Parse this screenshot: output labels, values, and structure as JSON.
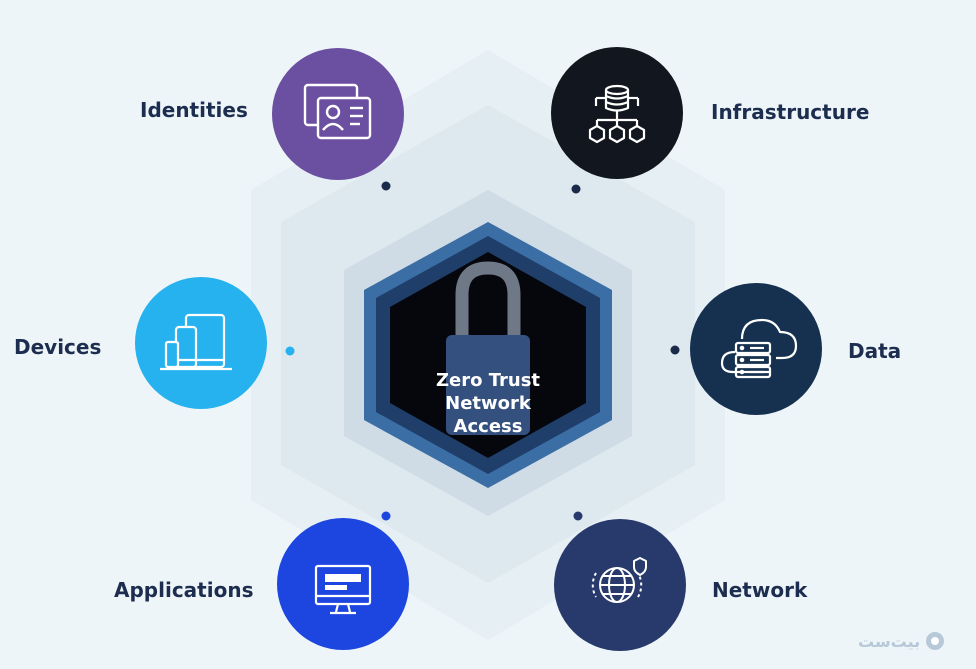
{
  "center": {
    "title_lines": [
      "Zero Trust",
      "Network",
      "Access"
    ],
    "icon": "padlock-icon"
  },
  "nodes": {
    "identities": {
      "label": "Identities",
      "icon": "id-card-icon",
      "color": "#6b4fa0"
    },
    "infrastructure": {
      "label": "Infrastructure",
      "icon": "server-network-icon",
      "color": "#12161f"
    },
    "devices": {
      "label": "Devices",
      "icon": "devices-icon",
      "color": "#25b2ee"
    },
    "data": {
      "label": "Data",
      "icon": "cloud-database-icon",
      "color": "#16314f"
    },
    "applications": {
      "label": "Applications",
      "icon": "application-window-icon",
      "color": "#1d45e0"
    },
    "network": {
      "label": "Network",
      "icon": "globe-shield-icon",
      "color": "#283a6c"
    }
  },
  "watermark": {
    "text": "بیت‌ست"
  }
}
